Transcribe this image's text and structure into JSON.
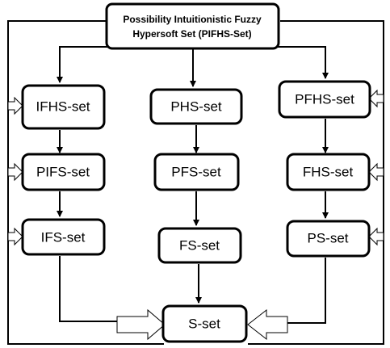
{
  "top_node": {
    "line1": "Possibility Intuitionistic Fuzzy",
    "line2": "Hypersoft Set (PIFHS-Set)"
  },
  "left_column": [
    "IFHS-set",
    "PIFS-set",
    "IFS-set"
  ],
  "middle_column": [
    "PHS-set",
    "PFS-set",
    "FS-set"
  ],
  "right_column": [
    "PFHS-set",
    "FHS-set",
    "PS-set"
  ],
  "bottom_node": "S-set",
  "colors": {
    "stroke": "#000000",
    "fill": "#ffffff"
  }
}
